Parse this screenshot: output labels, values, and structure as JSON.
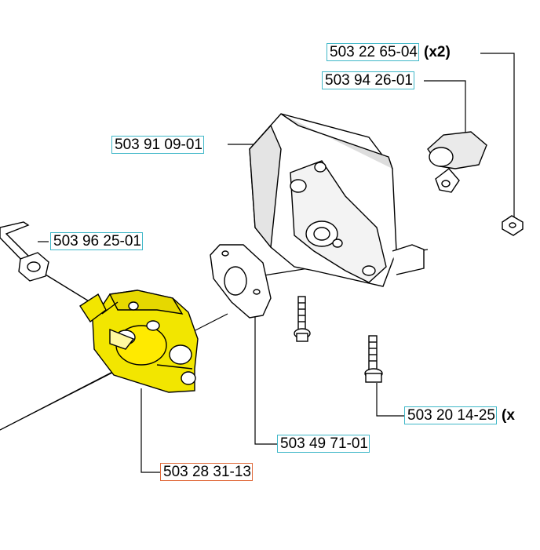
{
  "diagram": {
    "colors": {
      "highlight": "#f2e600",
      "link_box": "#3fb7c8",
      "selected_box": "#e06a3b"
    },
    "labels": [
      {
        "id": "label-503-22-65-04",
        "part_number": "503 22 65-04",
        "qty": "(x2)"
      },
      {
        "id": "label-503-94-26-01",
        "part_number": "503 94 26-01",
        "qty": ""
      },
      {
        "id": "label-503-91-09-01",
        "part_number": "503 91 09-01",
        "qty": ""
      },
      {
        "id": "label-503-96-25-01",
        "part_number": "503 96 25-01",
        "qty": ""
      },
      {
        "id": "label-503-20-14-25",
        "part_number": "503 20 14-25",
        "qty": "(x"
      },
      {
        "id": "label-503-49-71-01",
        "part_number": "503 49 71-01",
        "qty": ""
      },
      {
        "id": "label-503-28-31-13",
        "part_number": "503 28 31-13",
        "qty": ""
      }
    ]
  }
}
